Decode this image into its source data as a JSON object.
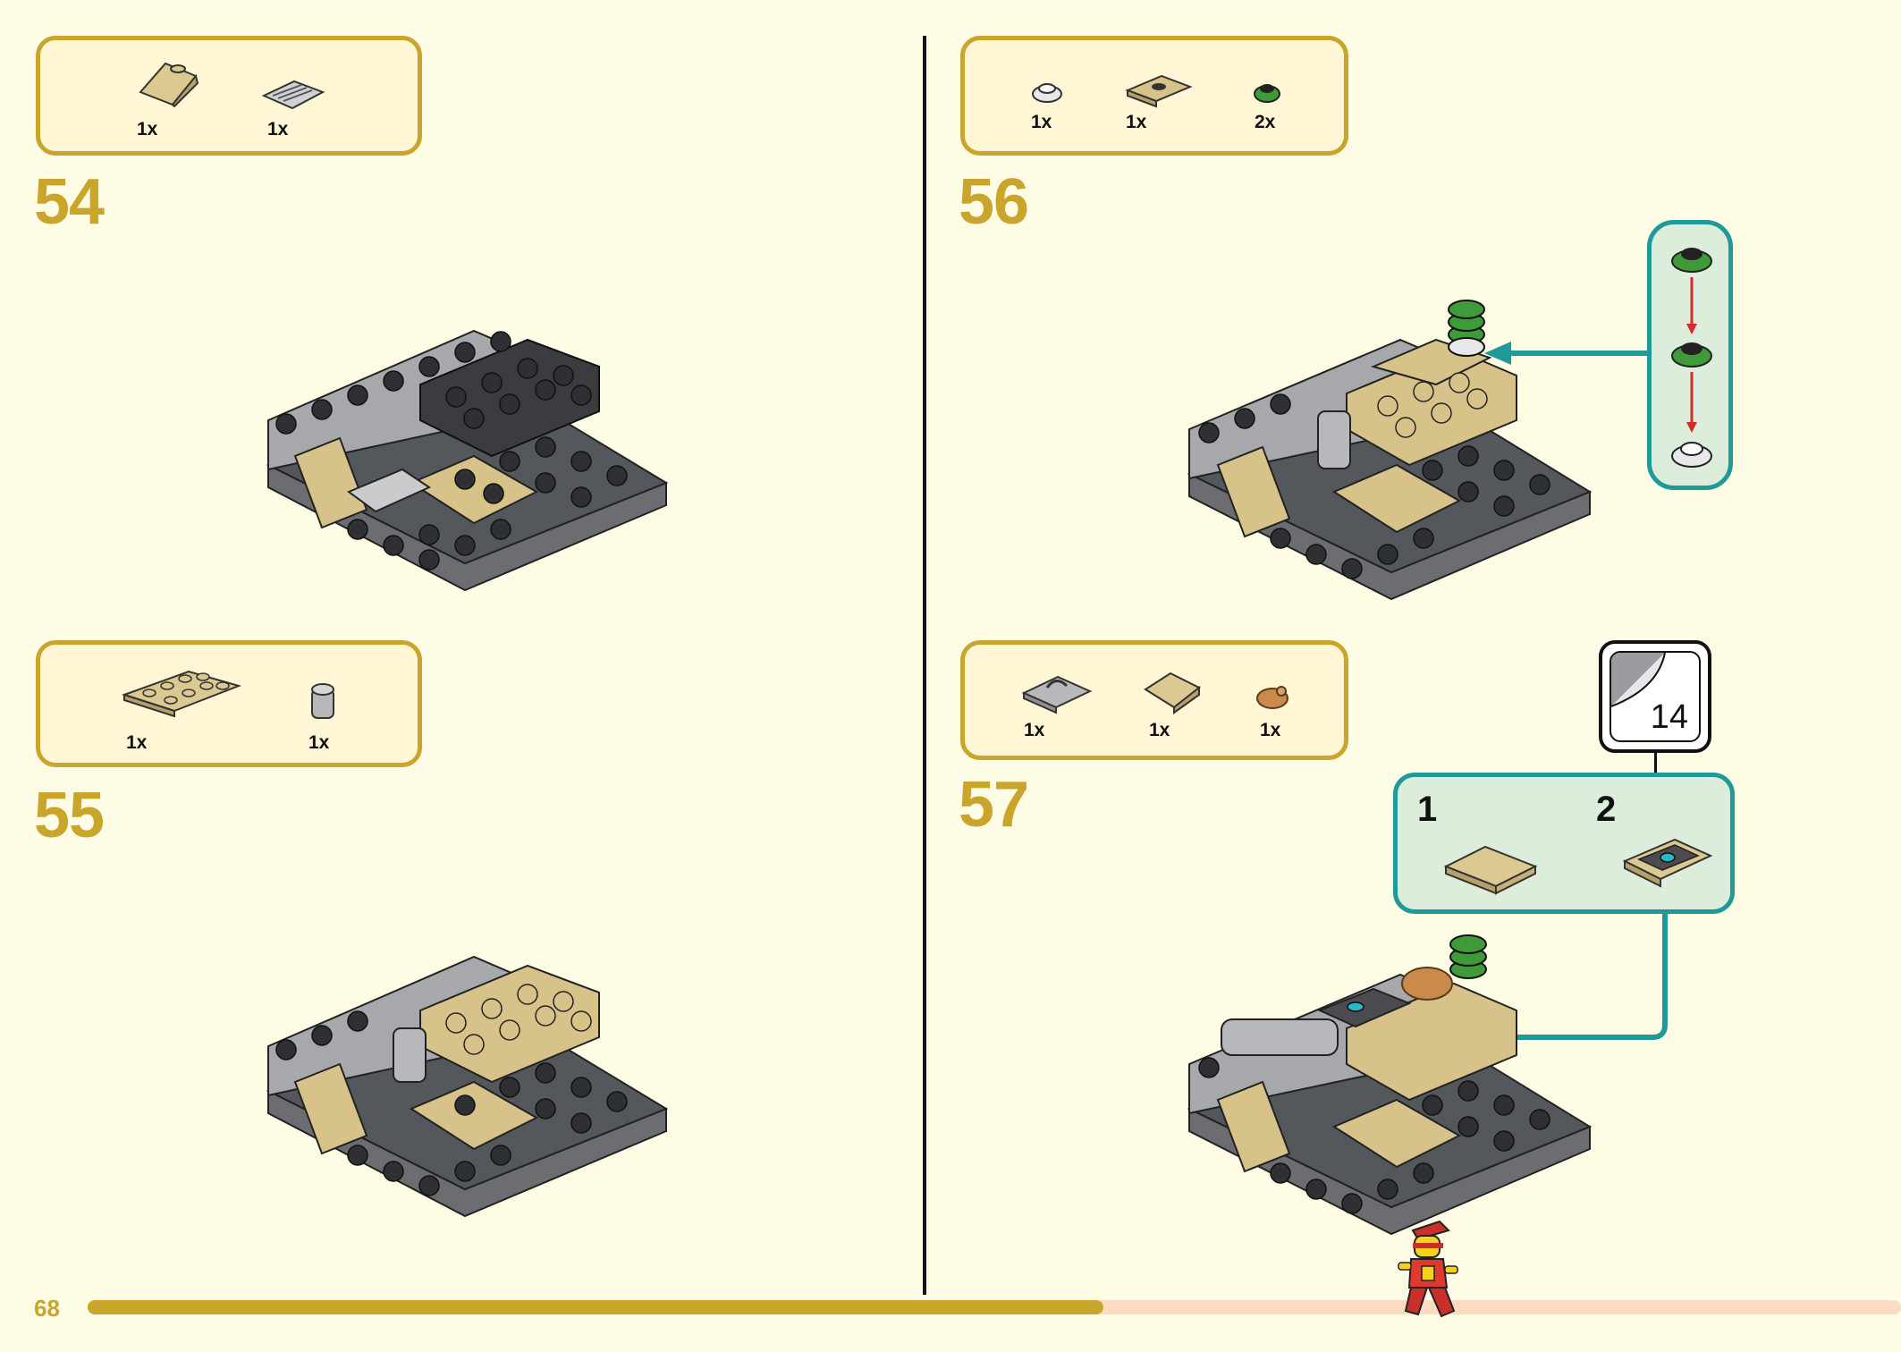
{
  "page": {
    "number": "68",
    "progress_fraction": 0.56
  },
  "steps": [
    {
      "number": "54",
      "parts": [
        {
          "icon": "tan-slope-icon",
          "qty": "1x"
        },
        {
          "icon": "grille-tile-icon",
          "qty": "1x"
        }
      ]
    },
    {
      "number": "55",
      "parts": [
        {
          "icon": "tan-plate-2x4-icon",
          "qty": "1x"
        },
        {
          "icon": "round-brick-icon",
          "qty": "1x"
        }
      ]
    },
    {
      "number": "56",
      "parts": [
        {
          "icon": "round-plate-white-icon",
          "qty": "1x"
        },
        {
          "icon": "jumper-plate-tan-icon",
          "qty": "1x"
        },
        {
          "icon": "round-plate-green-icon",
          "qty": "2x"
        }
      ]
    },
    {
      "number": "57",
      "parts": [
        {
          "icon": "clip-plate-icon",
          "qty": "1x"
        },
        {
          "icon": "tan-slope-tile-icon",
          "qty": "1x"
        },
        {
          "icon": "food-piece-icon",
          "qty": "1x"
        }
      ]
    }
  ],
  "step57_callout": {
    "sub1": "1",
    "sub2": "2",
    "sticker_number": "14"
  },
  "colors": {
    "accent": "#c9a62b",
    "callout_border": "#1e9a98",
    "callout_bg": "#dceedb",
    "page_bg": "#fffce6"
  }
}
